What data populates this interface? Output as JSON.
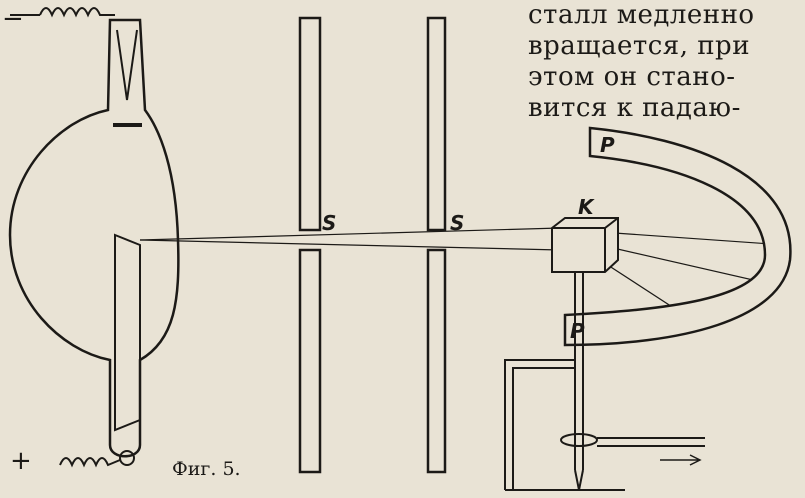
{
  "text_lines": [
    "сталл медленно",
    "вращается, при",
    "этом он стано-",
    "вится к падаю-"
  ],
  "figure": {
    "caption": "Фиг. 5.",
    "labels": {
      "cathode_sign": "−",
      "anode_sign": "+",
      "slit_1": "S",
      "slit_2": "S",
      "crystal": "K",
      "plate_top": "P",
      "plate_bottom": "P"
    }
  }
}
